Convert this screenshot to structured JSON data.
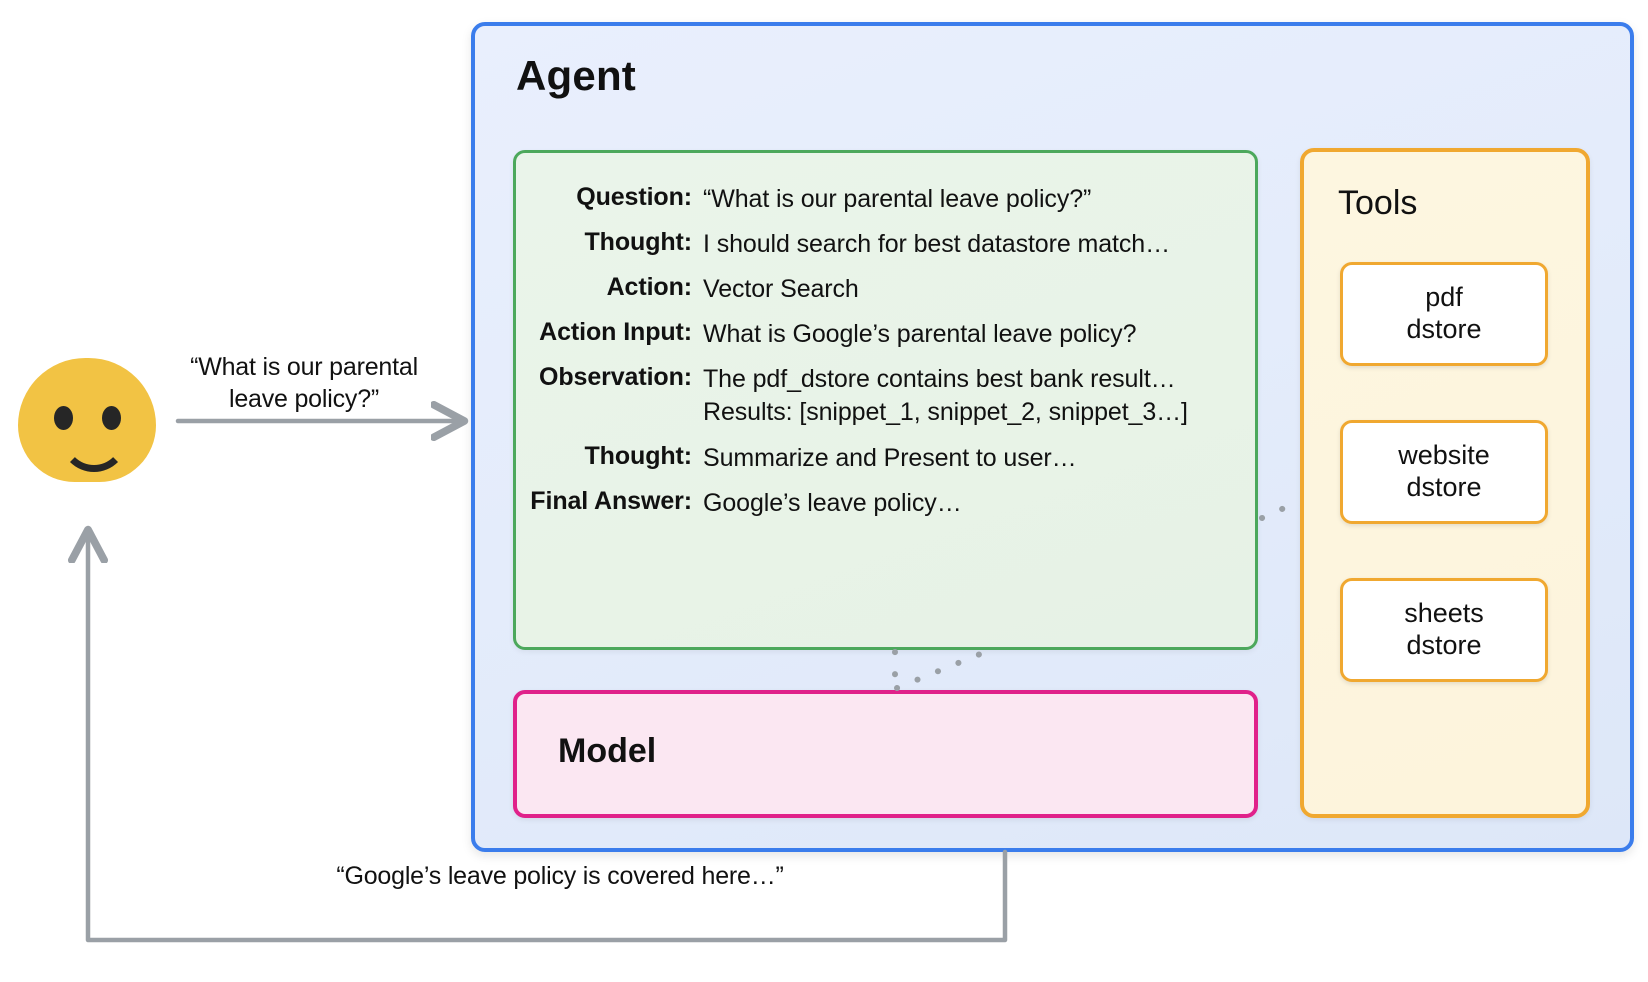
{
  "agent": {
    "title": "Agent",
    "react": {
      "rows": [
        {
          "label": "Question:",
          "value": "“What is our parental leave policy?”"
        },
        {
          "label": "Thought:",
          "value": "I should search for best datastore match…"
        },
        {
          "label": "Action:",
          "value": "Vector Search"
        },
        {
          "label": "Action Input:",
          "value": "What is Google’s parental leave policy?"
        },
        {
          "label": "Observation:",
          "value": "The pdf_dstore contains best bank result…\nResults: [snippet_1, snippet_2, snippet_3…]"
        },
        {
          "label": "Thought:",
          "value": "Summarize and Present to user…"
        },
        {
          "label": "Final Answer:",
          "value": "Google’s leave policy…"
        }
      ]
    },
    "model": {
      "title": "Model"
    },
    "tools": {
      "title": "Tools",
      "cards": [
        {
          "label": "pdf\ndstore"
        },
        {
          "label": "website\ndstore"
        },
        {
          "label": "sheets\ndstore"
        }
      ]
    }
  },
  "user": {
    "avatar_name": "smiley-face-avatar",
    "question": "“What is our parental\nleave policy?”",
    "answer": "“Google’s leave policy is covered here…”"
  },
  "colors": {
    "agent_border": "#3B7DEC",
    "agent_fill": "#E8EEFD",
    "react_border": "#4CA85C",
    "react_fill": "#E8F3E7",
    "model_border": "#E0218A",
    "model_fill": "#FBE7F2",
    "tools_border": "#F0A830",
    "tools_fill": "#FDF5DE",
    "tool_card_fill": "#FFFFFF",
    "avatar": "#F2C344",
    "arrow": "#9AA0A6"
  }
}
